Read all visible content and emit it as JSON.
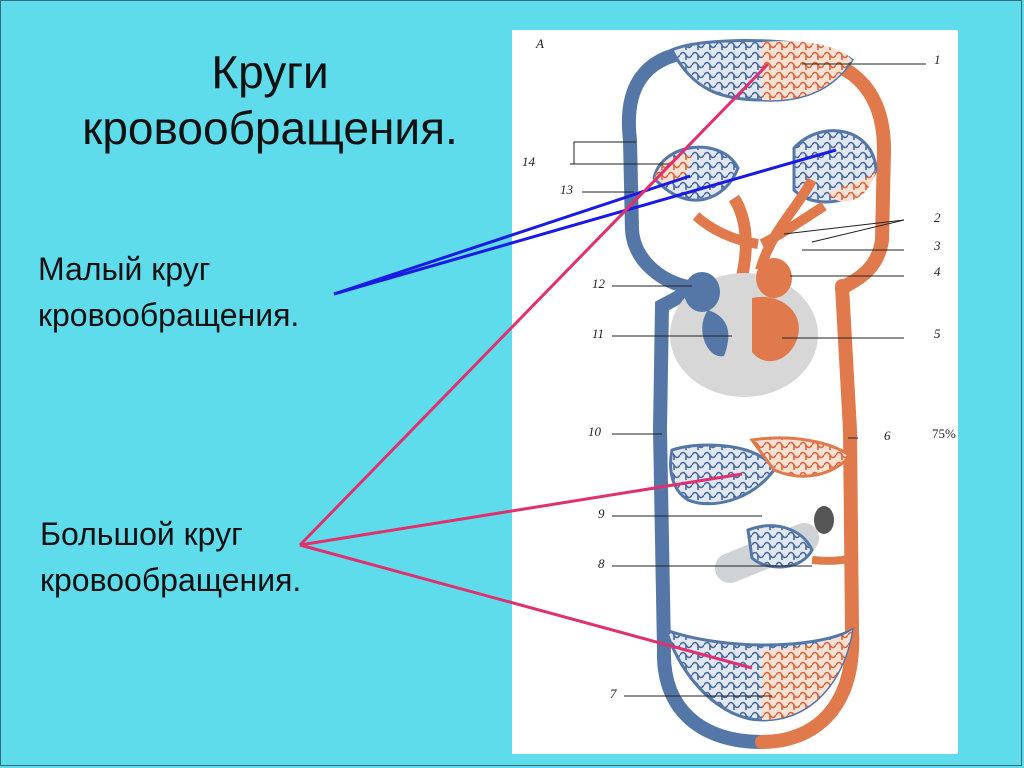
{
  "slide": {
    "title_line1": "Круги",
    "title_line2": "кровообращения.",
    "small_circle_line1": "Малый круг",
    "small_circle_line2": "кровообращения.",
    "big_circle_line1": "Большой круг",
    "big_circle_line2": "кровообращения."
  },
  "diagram": {
    "letter": "А",
    "percent": "75%",
    "labels": [
      "1",
      "2",
      "3",
      "4",
      "5",
      "6",
      "7",
      "8",
      "9",
      "10",
      "11",
      "12",
      "13",
      "14"
    ]
  },
  "colors": {
    "background": "#5fdcec",
    "arterial": "#e07a4c",
    "venous": "#5577a8",
    "pointer_small": "#1a1ae6",
    "pointer_big": "#e0306e"
  }
}
